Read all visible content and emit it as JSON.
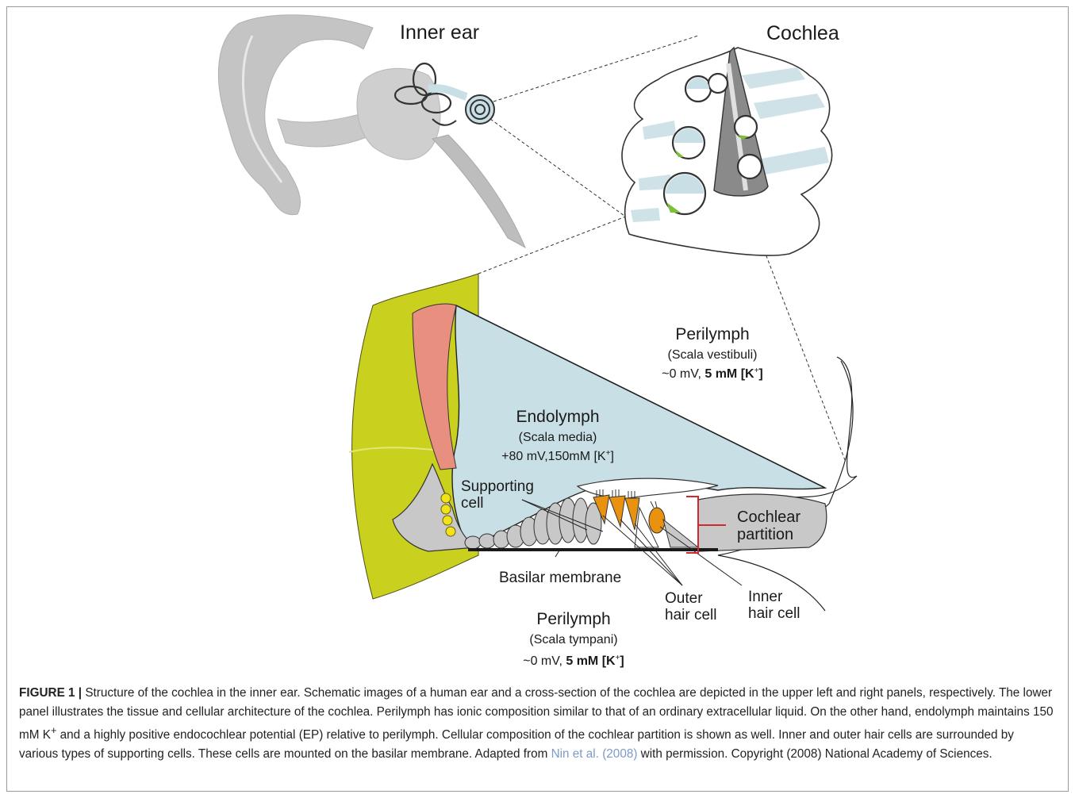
{
  "figure": {
    "panel_titles": {
      "inner_ear": "Inner ear",
      "cochlea": "Cochlea"
    },
    "perilymph_vestibuli": {
      "name": "Perilymph",
      "sub": "(Scala vestibuli)",
      "value_prefix": "~0 mV, ",
      "value_bold": "5 mM [K",
      "value_sup": "+",
      "value_end": "]"
    },
    "endolymph": {
      "name": "Endolymph",
      "sub": "(Scala media)",
      "value_prefix": "+80 mV,150mM [K",
      "value_sup": "+",
      "value_end": "]"
    },
    "perilymph_tympani": {
      "name": "Perilymph",
      "sub": "(Scala tympani)",
      "value_prefix": "~0 mV, ",
      "value_bold": "5 mM [K",
      "value_sup": "+",
      "value_end": "]"
    },
    "labels": {
      "supporting_cell_1": "Supporting",
      "supporting_cell_2": "cell",
      "cochlear_partition_1": "Cochlear",
      "cochlear_partition_2": "partition",
      "basilar_membrane": "Basilar membrane",
      "outer_hair_cell_1": "Outer",
      "outer_hair_cell_2": "hair cell",
      "inner_hair_cell_1": "Inner",
      "inner_hair_cell_2": "hair cell"
    },
    "colors": {
      "endolymph": "#c9dfe6",
      "stria": "#e98f80",
      "ligament": "#c9d11e",
      "hair_cell": "#e8920f",
      "support": "#c8c8c8",
      "bracket": "#d0282e"
    }
  },
  "caption": {
    "label": "FIGURE 1 |",
    "text_before": " Structure of the cochlea in the inner ear. Schematic images of a human ear and a cross-section of the cochlea are depicted in the upper left and right panels, respectively. The lower panel illustrates the tissue and cellular architecture of the cochlea. Perilymph has ionic composition similar to that of an ordinary extracellular liquid. On the other hand, endolymph maintains 150 mM K",
    "sup": "+",
    "text_middle": " and a highly positive endocochlear potential (EP) relative to perilymph. Cellular composition of the cochlear partition is shown as well. Inner and outer hair cells are surrounded by various types of supporting cells. These cells are mounted on the basilar membrane. Adapted from ",
    "citation": "Nin et al. (2008)",
    "text_after": " with permission. Copyright (2008) National Academy of Sciences."
  }
}
